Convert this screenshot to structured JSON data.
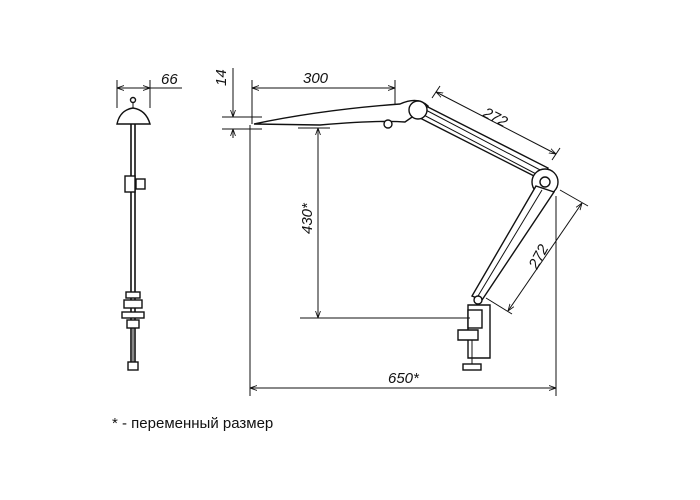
{
  "dimensions": {
    "side_width": "66",
    "shade_thickness": "14",
    "shade_length": "300",
    "upper_arm": "272",
    "lower_arm": "272",
    "height": "430*",
    "reach": "650*"
  },
  "footnote": "* - переменный размер"
}
